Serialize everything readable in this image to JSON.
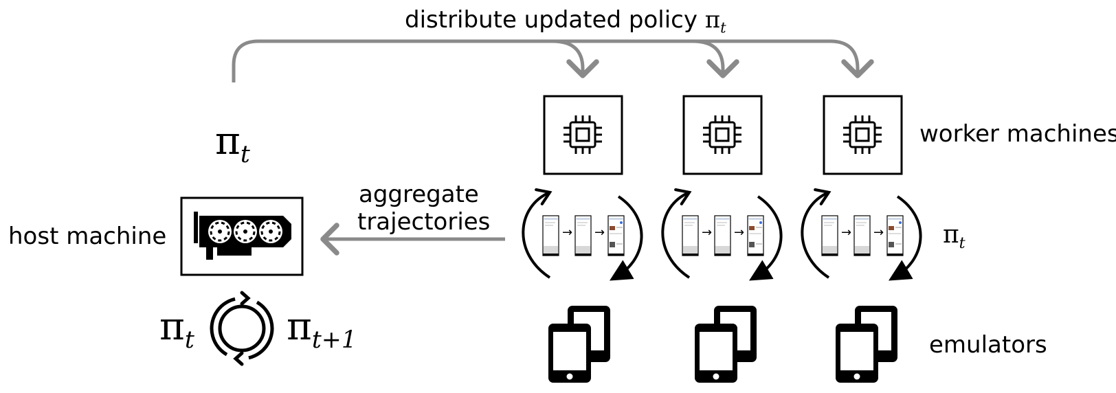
{
  "labels": {
    "top_arrow": "distribute updated policy",
    "aggregate_line1": "aggregate",
    "aggregate_line2": "trajectories",
    "host_machine": "host machine",
    "worker_machines": "worker machines",
    "emulators": "emulators"
  },
  "math": {
    "pi": "π",
    "t": "t",
    "t_plus_1": "t+1"
  },
  "colors": {
    "arrow_gray": "#8a8a8a",
    "ink": "#000000"
  },
  "icons": {
    "worker": "cpu-chip-icon",
    "host": "gpu-card-icon",
    "cycle": "refresh-cycle-icon",
    "emulator": "devices-icon",
    "loop": "rollout-loop-icon",
    "phone_screen": "phone-screenshot-icon"
  }
}
